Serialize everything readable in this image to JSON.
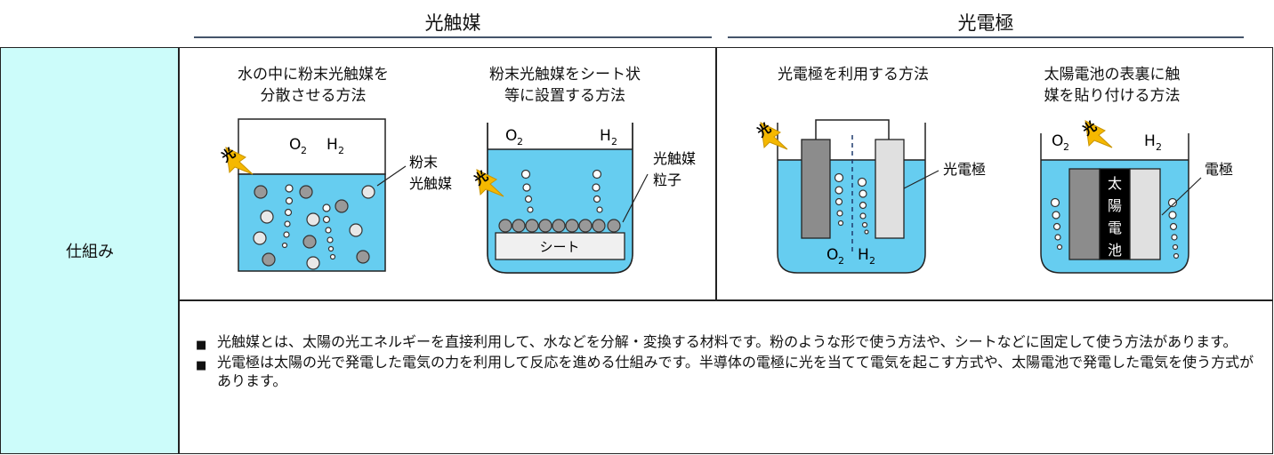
{
  "headers": {
    "photocatalyst": "光触媒",
    "photoelectrode": "光電極"
  },
  "row_label": "仕組み",
  "captions": {
    "powder_in_water": "水の中に粉末光触媒を\n分散させる方法",
    "sheet": "粉末光触媒をシート状\n等に設置する方法",
    "photoelectrode_method": "光電極を利用する方法",
    "solar_cell": "太陽電池の表裏に触\n媒を貼り付ける方法"
  },
  "diagram_labels": {
    "light": "光",
    "o2": "O",
    "h2": "H",
    "sub2": "2",
    "powder_catalyst": "粉末\n光触媒",
    "catalyst_particles": "光触媒\n粒子",
    "sheet_label": "シート",
    "photoelectrode": "光電極",
    "electrode": "電極",
    "solar_cell_vertical": [
      "太",
      "陽",
      "電",
      "池"
    ]
  },
  "colors": {
    "water": "#66cdf0",
    "light_arrow": "#f5b800",
    "row_label_bg": "#ccfcfa",
    "header_rule": "#44546a"
  },
  "descriptions": [
    "光触媒とは、太陽の光エネルギーを直接利用して、水などを分解・変換する材料です。粉のような形で使う方法や、シートなどに固定して使う方法があります。",
    "光電極は太陽の光で発電した電気の力を利用して反応を進める仕組みです。半導体の電極に光を当てて電気を起こす方式や、太陽電池で発電した電気を使う方式があります。"
  ],
  "bullet_mark": "■"
}
